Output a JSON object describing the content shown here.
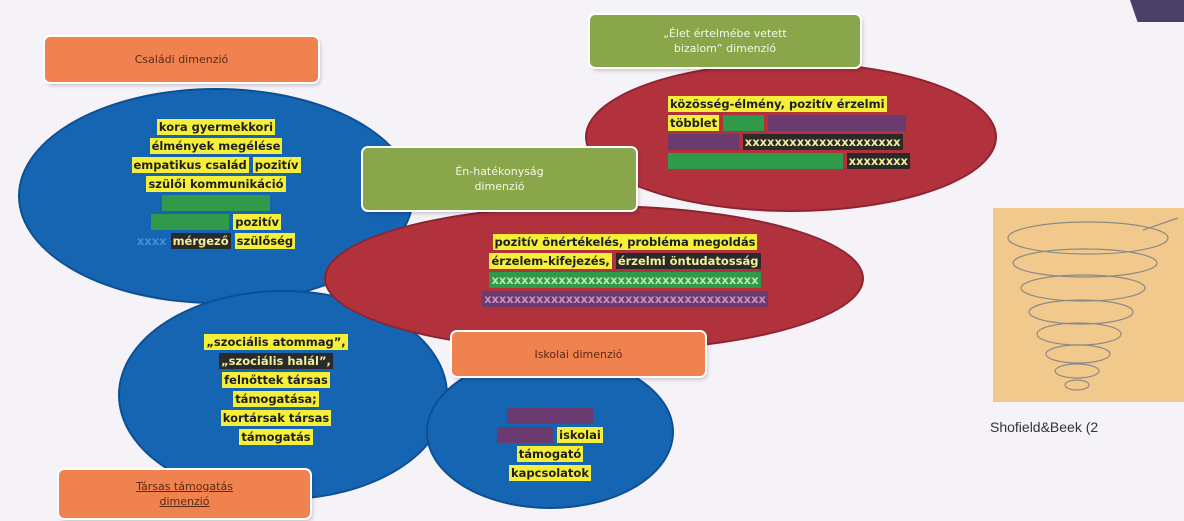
{
  "dimensions": {
    "csaladi": "Családi dimenzió",
    "elet": "„Élet értelmébe vetett\nbizalom” dimenzió",
    "enhatekonysag": "Én-hatékonyság\ndimenzió",
    "iskolai": "Iskolai dimenzió",
    "tarsas": "Társas támogatás\ndimenzió"
  },
  "family_terms": [
    "kora gyermekkori",
    "élmények megélése",
    "empatikus család",
    "pozitív",
    "szülői kommunikáció",
    "pozitív",
    "mérgező",
    "szülőség"
  ],
  "meaning_terms": [
    "közösség-élmény, pozitív érzelmi",
    "többlet"
  ],
  "efficacy_terms": [
    "pozitív",
    "önértékelés, probléma megoldás",
    "érzelem-kifejezés,",
    "érzelmi öntudatosság"
  ],
  "social_terms": [
    "„szociális atommag”,",
    "„szociális halál”,",
    "felnőttek társas",
    "támogatása;",
    "kortársak társas",
    "támogatás"
  ],
  "school_terms": [
    "iskolai",
    "támogató",
    "kapcsolatok"
  ],
  "figure": {
    "caption": "Shofield&Beek (2",
    "colors": {
      "background": "#f2c98c",
      "spiral": "#8d8a86"
    }
  },
  "colors": {
    "blue": "#1565b2",
    "red": "#b1313d",
    "orange": "#f08250",
    "green": "#8aa64a",
    "highlight_yellow": "#f6ef3a"
  }
}
